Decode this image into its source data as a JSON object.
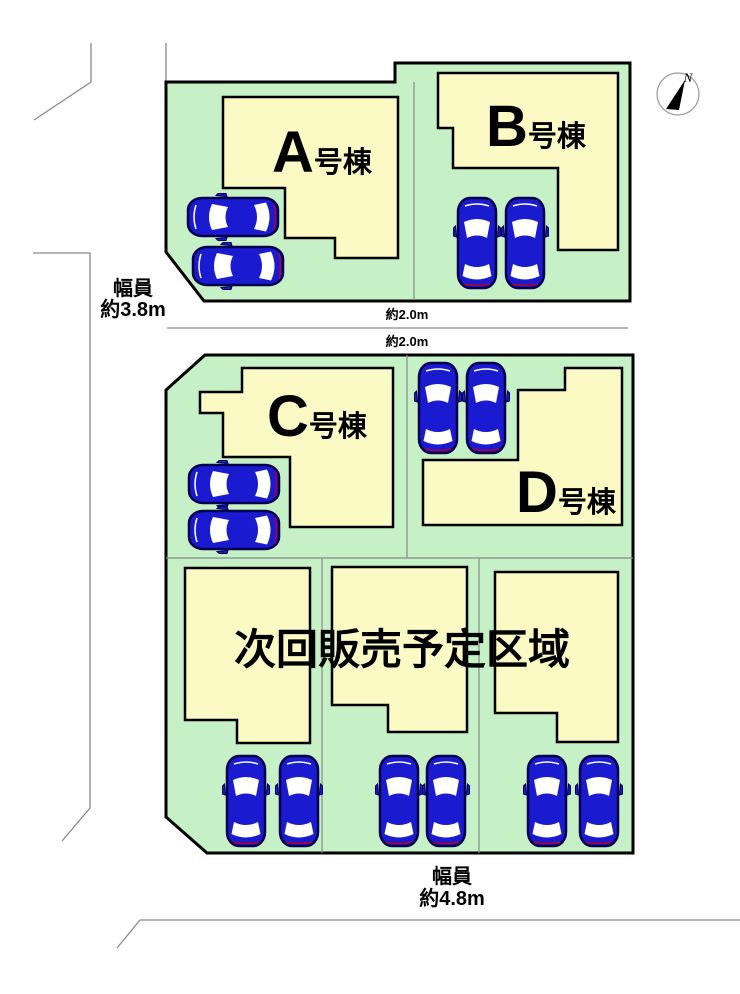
{
  "plan": {
    "compass_label": "N",
    "roads": {
      "left": {
        "line1": "幅員",
        "line2": "約3.8m"
      },
      "bottom": {
        "line1": "幅員",
        "line2": "約4.8m"
      },
      "middle_top": "約2.0m",
      "middle_bottom": "約2.0m"
    },
    "buildings": [
      {
        "letter": "A",
        "suffix": "号棟"
      },
      {
        "letter": "B",
        "suffix": "号棟"
      },
      {
        "letter": "C",
        "suffix": "号棟"
      },
      {
        "letter": "D",
        "suffix": "号棟"
      }
    ],
    "future_area_label": "次回販売予定区域"
  },
  "colors": {
    "lot_green": "#c6f1c6",
    "building_yellow": "#fbf9c4",
    "car_blue": "#1a1ad1",
    "car_outline": "#00004d",
    "outline_black": "#000000",
    "road_line_gray": "#8a8a8a"
  }
}
